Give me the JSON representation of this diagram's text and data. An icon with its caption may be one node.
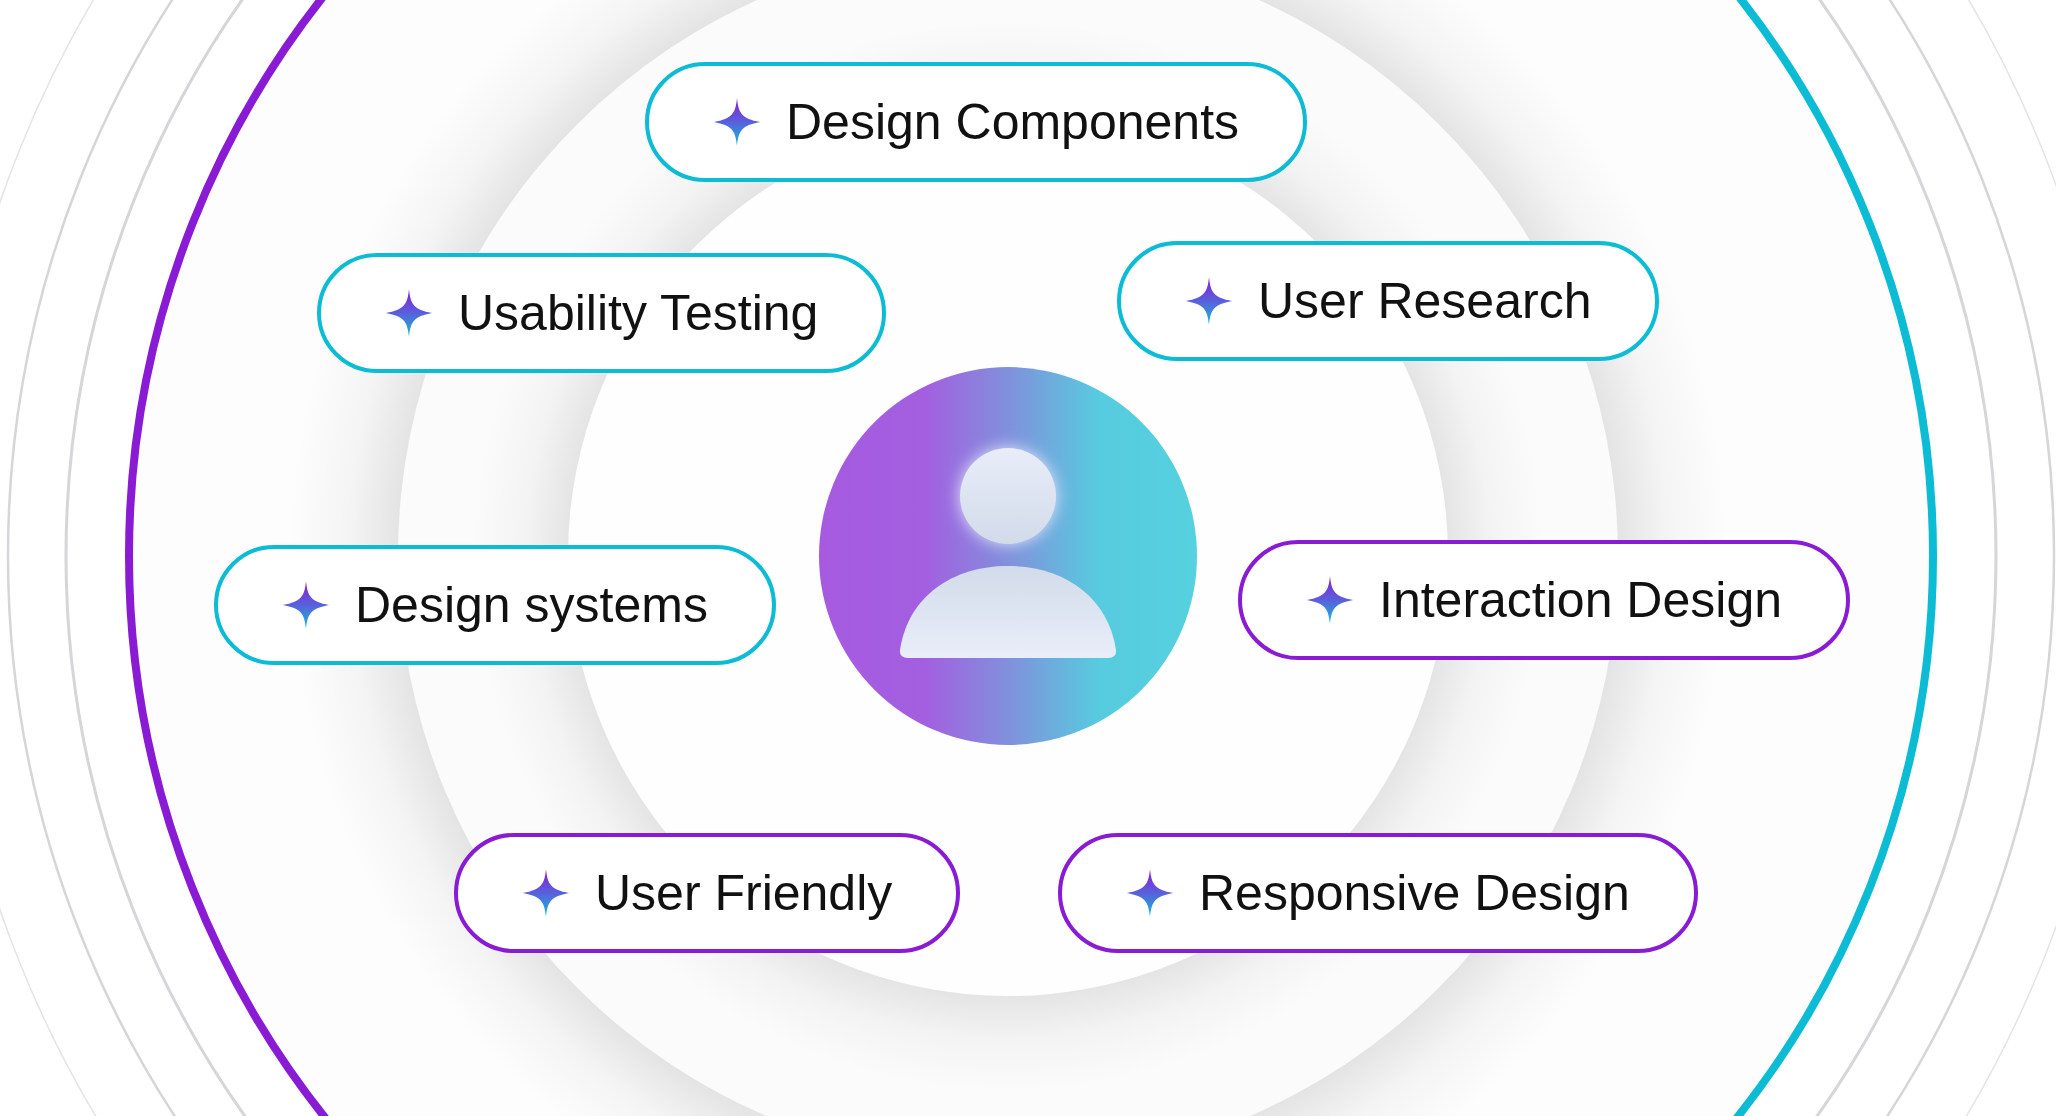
{
  "diagram": {
    "nodes": [
      {
        "text": [
          "Design Components"
        ]
      },
      {
        "text": [
          "Usability Testing"
        ]
      },
      {
        "text": [
          "User Research"
        ]
      },
      {
        "text": [
          "Design systems"
        ]
      },
      {
        "text": [],
        "shape": "person"
      },
      {
        "text": [
          "Interaction Design"
        ]
      },
      {
        "text": [
          "User Friendly"
        ]
      },
      {
        "text": [
          "Responsive Design"
        ]
      }
    ]
  }
}
